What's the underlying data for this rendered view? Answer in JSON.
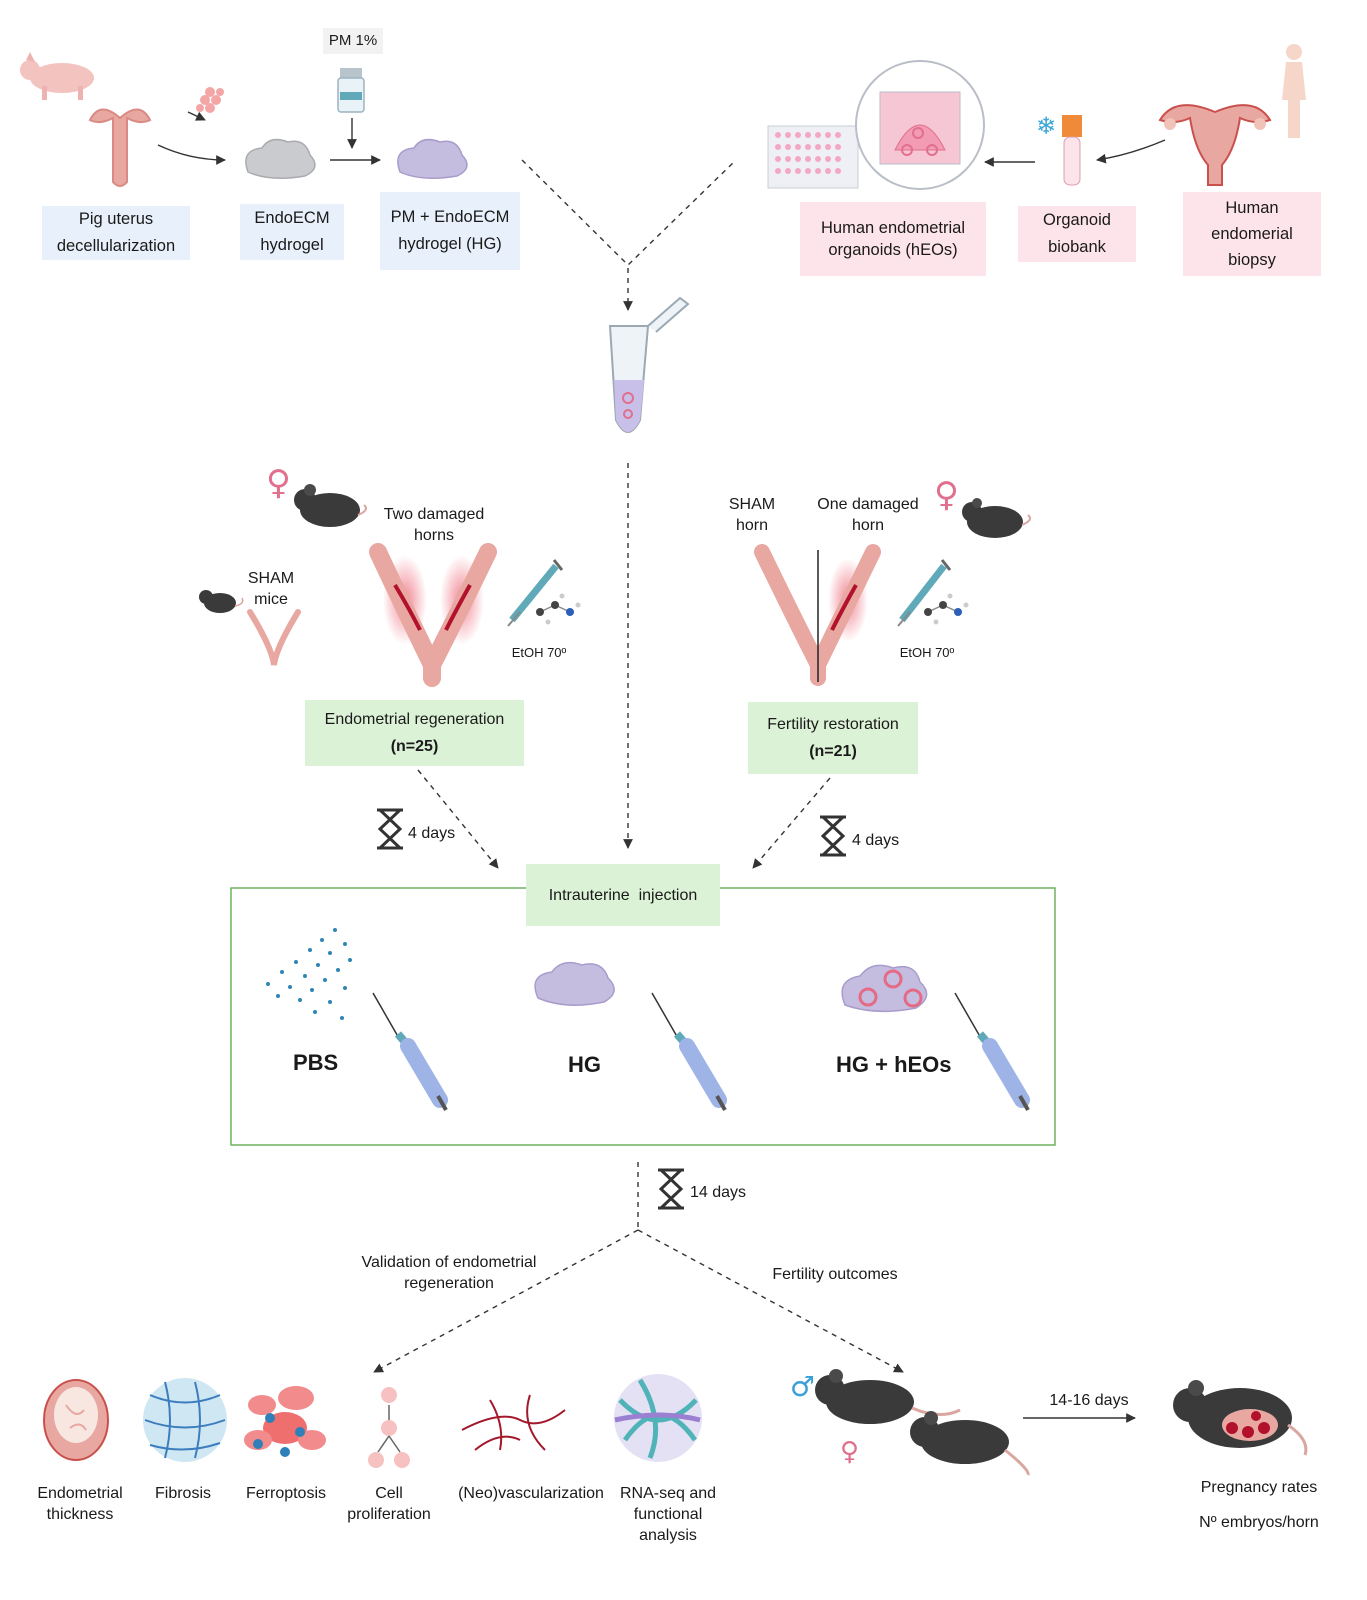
{
  "top_left": {
    "pm_label": "PM 1%",
    "pig_uterus": "Pig uterus decellularization",
    "endoecm": "EndoECM hydrogel",
    "pm_endoecm": "PM + EndoECM hydrogel (HG)"
  },
  "top_right": {
    "heos": "Human endometrial organoids (hEOs)",
    "biobank": "Organoid biobank",
    "biopsy": "Human endomerial biopsy"
  },
  "left_model": {
    "two_damaged": "Two damaged horns",
    "sham_mice": "SHAM mice",
    "etoh": "EtOH 70º",
    "box_title": "Endometrial regeneration",
    "box_n": "(n=25)",
    "days": "4 days"
  },
  "right_model": {
    "sham_horn": "SHAM horn",
    "one_damaged": "One damaged horn",
    "etoh": "EtOH 70º",
    "box_title": "Fertility restoration",
    "box_n": "(n=21)",
    "days": "4 days"
  },
  "injection": {
    "title": "Intrauterine  injection",
    "pbs": "PBS",
    "hg": "HG",
    "hg_heos": "HG + hEOs"
  },
  "followup": {
    "days": "14 days",
    "validation": "Validation of endometrial regeneration",
    "fertility": "Fertility outcomes"
  },
  "outcomes": [
    {
      "label": "Endometrial thickness"
    },
    {
      "label": "Fibrosis"
    },
    {
      "label": "Ferroptosis"
    },
    {
      "label": "Cell proliferation"
    },
    {
      "label": "(Neo)vascularization"
    },
    {
      "label": "RNA-seq and functional analysis"
    }
  ],
  "fertility": {
    "days": "14-16 days",
    "pregnancy": "Pregnancy rates",
    "embryos": "Nº embryos/horn"
  },
  "colors": {
    "blue_box": "#e7f0fb",
    "pink_box": "#fde4ea",
    "green_box": "#dcf2d6",
    "green_frame": "#6fb35e",
    "uterus": "#e8a7a0",
    "damage": "#b2112b",
    "hydrogel": "#c5bde0",
    "mouse": "#3a3a3a"
  }
}
